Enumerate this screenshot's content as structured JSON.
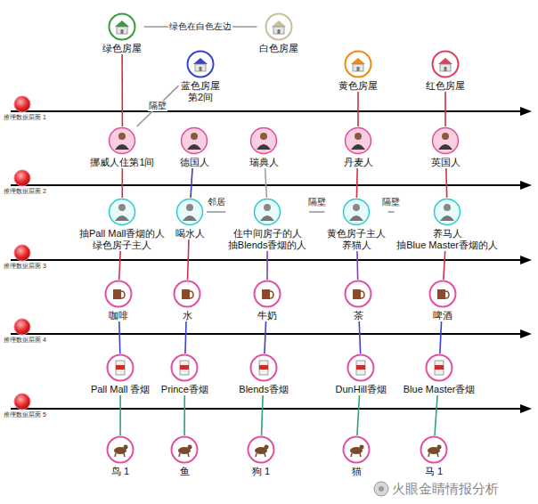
{
  "diagram": {
    "nodes": [
      {
        "text": [
          "绿色房屋"
        ]
      },
      {
        "text": [
          "白色房屋"
        ]
      },
      {
        "text": [
          "蓝色房屋",
          "第2间"
        ]
      },
      {
        "text": [
          "黄色房屋"
        ]
      },
      {
        "text": [
          "红色房屋"
        ]
      },
      {
        "text": [
          "挪威人住第1间"
        ]
      },
      {
        "text": [
          "德国人"
        ]
      },
      {
        "text": [
          "瑞典人"
        ]
      },
      {
        "text": [
          "丹麦人"
        ]
      },
      {
        "text": [
          "英国人"
        ]
      },
      {
        "text": [
          "抽Pall Mall香烟的人",
          "绿色房子主人"
        ]
      },
      {
        "text": [
          "喝水人"
        ]
      },
      {
        "text": [
          "住中间房子的人",
          "抽Blends香烟的人"
        ]
      },
      {
        "text": [
          "黄色房子主人",
          "养猫人"
        ]
      },
      {
        "text": [
          "养马人",
          "抽Blue Master香烟的人"
        ]
      },
      {
        "text": [
          "咖啡"
        ]
      },
      {
        "text": [
          "水"
        ]
      },
      {
        "text": [
          "牛奶"
        ]
      },
      {
        "text": [
          "茶"
        ]
      },
      {
        "text": [
          "啤酒"
        ]
      },
      {
        "text": [
          "Pall Mall 香烟"
        ]
      },
      {
        "text": [
          "Prince香烟"
        ]
      },
      {
        "text": [
          "Blends香烟"
        ]
      },
      {
        "text": [
          "DunHill香烟"
        ]
      },
      {
        "text": [
          "Blue Master香烟"
        ]
      },
      {
        "text": [
          "鸟 1"
        ]
      },
      {
        "text": [
          "鱼"
        ]
      },
      {
        "text": [
          "狗 1"
        ]
      },
      {
        "text": [
          "猫"
        ]
      },
      {
        "text": [
          "马 1"
        ]
      }
    ],
    "edges": [
      {
        "from": 0,
        "to": 1,
        "label": "绿色在白色左边",
        "arrow": "none"
      },
      {
        "from": 5,
        "to": 2,
        "label": "隔壁",
        "arrow": "none"
      },
      {
        "from": 0,
        "to": 5,
        "arrow": "none"
      },
      {
        "from": 3,
        "to": 8,
        "arrow": "none"
      },
      {
        "from": 4,
        "to": 9,
        "arrow": "none"
      },
      {
        "from": 5,
        "to": 10,
        "arrow": "none"
      },
      {
        "from": 6,
        "to": 11,
        "arrow": "none"
      },
      {
        "from": 7,
        "to": 12,
        "arrow": "none"
      },
      {
        "from": 8,
        "to": 13,
        "arrow": "none"
      },
      {
        "from": 9,
        "to": 14,
        "arrow": "none"
      },
      {
        "from": 10,
        "to": 15,
        "arrow": "none"
      },
      {
        "from": 11,
        "to": 16,
        "arrow": "none"
      },
      {
        "from": 12,
        "to": 17,
        "arrow": "none"
      },
      {
        "from": 13,
        "to": 18,
        "arrow": "none"
      },
      {
        "from": 14,
        "to": 19,
        "arrow": "none"
      },
      {
        "from": 15,
        "to": 20,
        "arrow": "none"
      },
      {
        "from": 16,
        "to": 21,
        "arrow": "none"
      },
      {
        "from": 17,
        "to": 22,
        "arrow": "none"
      },
      {
        "from": 18,
        "to": 23,
        "arrow": "none"
      },
      {
        "from": 19,
        "to": 24,
        "arrow": "none"
      },
      {
        "from": 20,
        "to": 25,
        "arrow": "none"
      },
      {
        "from": 21,
        "to": 26,
        "arrow": "none"
      },
      {
        "from": 22,
        "to": 27,
        "arrow": "none"
      },
      {
        "from": 23,
        "to": 28,
        "arrow": "none"
      },
      {
        "from": 24,
        "to": 29,
        "arrow": "none"
      },
      {
        "from": 11,
        "to": 12,
        "label": "邻居",
        "arrow": "none"
      },
      {
        "from": 12,
        "to": 13,
        "label": "隔壁",
        "arrow": "none"
      },
      {
        "from": 13,
        "to": 14,
        "label": "隔壁",
        "arrow": "none"
      }
    ],
    "labels": [
      "推理数据层面 1",
      "推理数据层面 2",
      "推理数据层面 3",
      "推理数据层面 4",
      "推理数据层面 5",
      "火眼金睛情报分析"
    ]
  }
}
